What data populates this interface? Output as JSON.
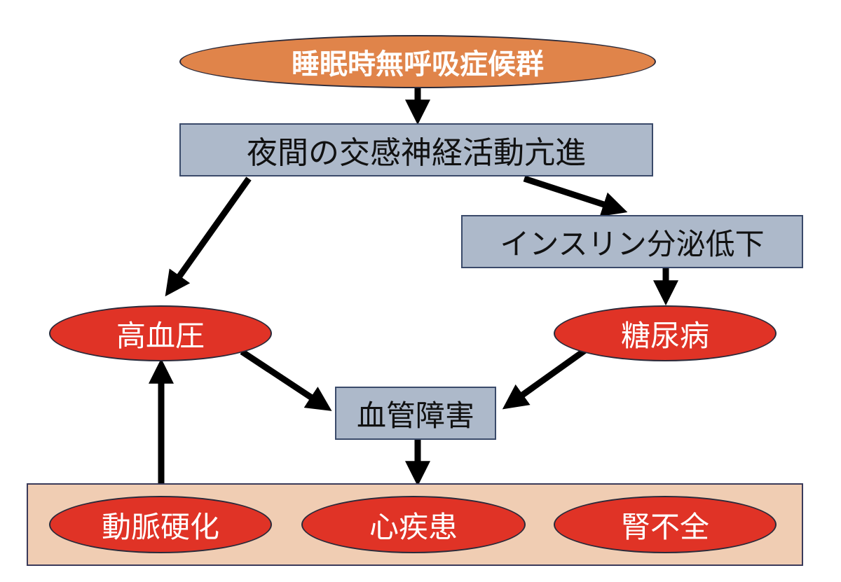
{
  "nodes": {
    "sleep_apnea": "睡眠時無呼吸症候群",
    "sympathetic": "夜間の交感神経活動亢進",
    "insulin": "インスリン分泌低下",
    "hypertension": "高血圧",
    "diabetes": "糖尿病",
    "vascular": "血管障害",
    "atherosclerosis": "動脈硬化",
    "heart": "心疾患",
    "kidney": "腎不全"
  },
  "colors": {
    "orange": "#e0844a",
    "red": "#e03326",
    "box": "#adb9ca",
    "panel": "#f0cdb3"
  }
}
